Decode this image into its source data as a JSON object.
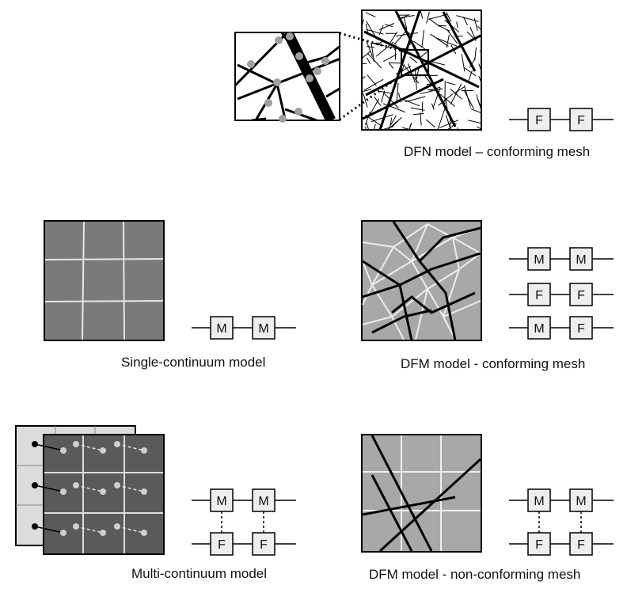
{
  "panels": [
    {
      "id": "dfn",
      "caption": "DFN model – conforming mesh",
      "chains": [
        [
          "F",
          "F"
        ]
      ]
    },
    {
      "id": "single",
      "caption": "Single-continuum model",
      "chains": [
        [
          "M",
          "M"
        ]
      ]
    },
    {
      "id": "dfm-conforming",
      "caption": "DFM model - conforming mesh",
      "chains": [
        [
          "M",
          "M"
        ],
        [
          "F",
          "F"
        ],
        [
          "M",
          "F"
        ]
      ]
    },
    {
      "id": "multi",
      "caption": "Multi-continuum model",
      "chains": [
        [
          "M",
          "M"
        ],
        [
          "F",
          "F"
        ]
      ]
    },
    {
      "id": "dfm-nonconforming",
      "caption": "DFM model - non-conforming mesh",
      "chains": [
        [
          "M",
          "M"
        ],
        [
          "F",
          "F"
        ]
      ]
    }
  ],
  "colors": {
    "fracture": "#000000",
    "mesh_line": "#e8e8e8",
    "single_fill": "#7a7a7a",
    "dfm_fill": "#a8a8a8",
    "multi_front_fill": "#5a5a5a",
    "multi_back_fill": "#dcdcdc",
    "node_fill": "#eeeeee",
    "node_point": "#a0a0a0"
  },
  "icons": [
    "zoom-inset-icon",
    "fracture-network-icon"
  ]
}
